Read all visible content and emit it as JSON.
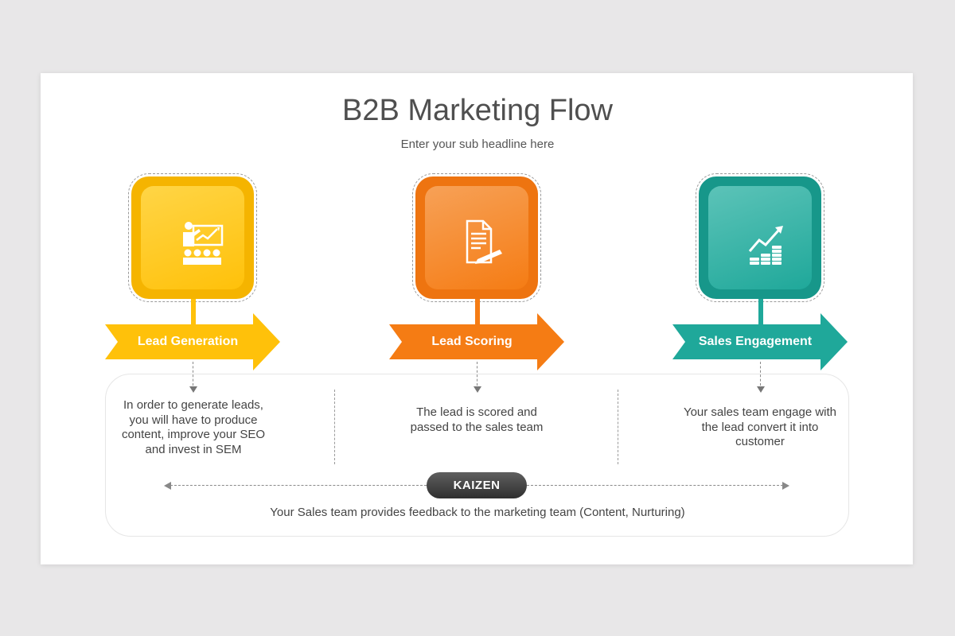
{
  "title": "B2B Marketing Flow",
  "subtitle": "Enter your sub headline here",
  "stages": [
    {
      "label": "Lead Generation",
      "description": "In order to generate leads, you will have to produce content, improve your SEO and invest in SEM",
      "icon": "presentation-audience-icon",
      "color": "#ffc10a",
      "color_light": "#ffd546",
      "color_dark": "#f5b400"
    },
    {
      "label": "Lead Scoring",
      "description": "The lead is scored and passed to the sales team",
      "icon": "document-pen-icon",
      "color": "#f57c14",
      "color_light": "#f7a157",
      "color_dark": "#ee7410"
    },
    {
      "label": "Sales Engagement",
      "description": "Your sales team engage with the lead convert it into customer",
      "icon": "growth-coins-icon",
      "color": "#1fa89a",
      "color_light": "#5cc3b8",
      "color_dark": "#17978a"
    }
  ],
  "kaizen": {
    "label": "KAIZEN",
    "feedback": "Your Sales team provides feedback to the marketing team (Content, Nurturing)"
  }
}
